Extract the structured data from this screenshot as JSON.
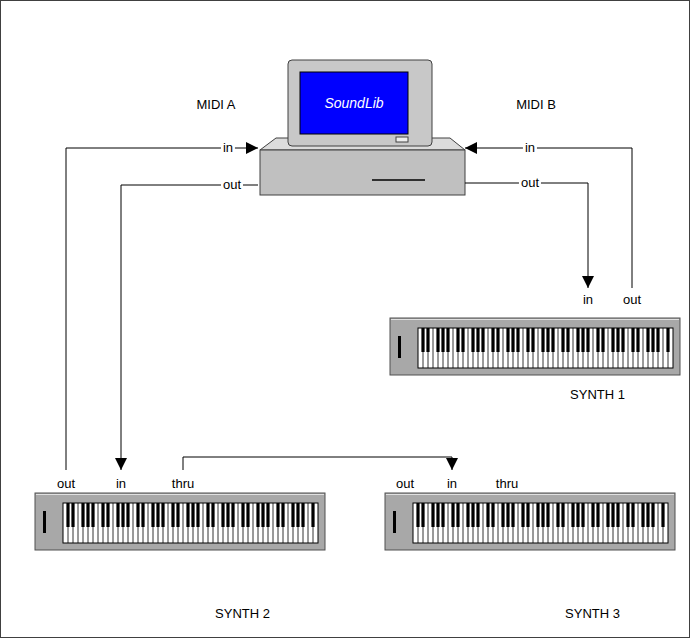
{
  "diagram": {
    "nodes": [
      {
        "text": [
          "SoundLib"
        ]
      },
      {
        "text": [
          "SYNTH 1"
        ]
      },
      {
        "text": [
          "SYNTH 2"
        ]
      },
      {
        "text": [
          "SYNTH 3"
        ]
      }
    ],
    "edges": [
      {
        "from": 2,
        "to": 0,
        "arrow": "to",
        "label": "in"
      },
      {
        "from": 0,
        "to": 2,
        "arrow": "to",
        "label": "out"
      },
      {
        "from": 0,
        "to": 1,
        "arrow": "to",
        "label": "out"
      },
      {
        "from": 1,
        "to": 0,
        "arrow": "to",
        "label": "in"
      },
      {
        "from": 2,
        "to": 3,
        "arrow": "to"
      }
    ],
    "labels": [
      "MIDI A",
      "MIDI B",
      "in",
      "out",
      "out",
      "in",
      "thru",
      "out",
      "in",
      "thru"
    ]
  }
}
